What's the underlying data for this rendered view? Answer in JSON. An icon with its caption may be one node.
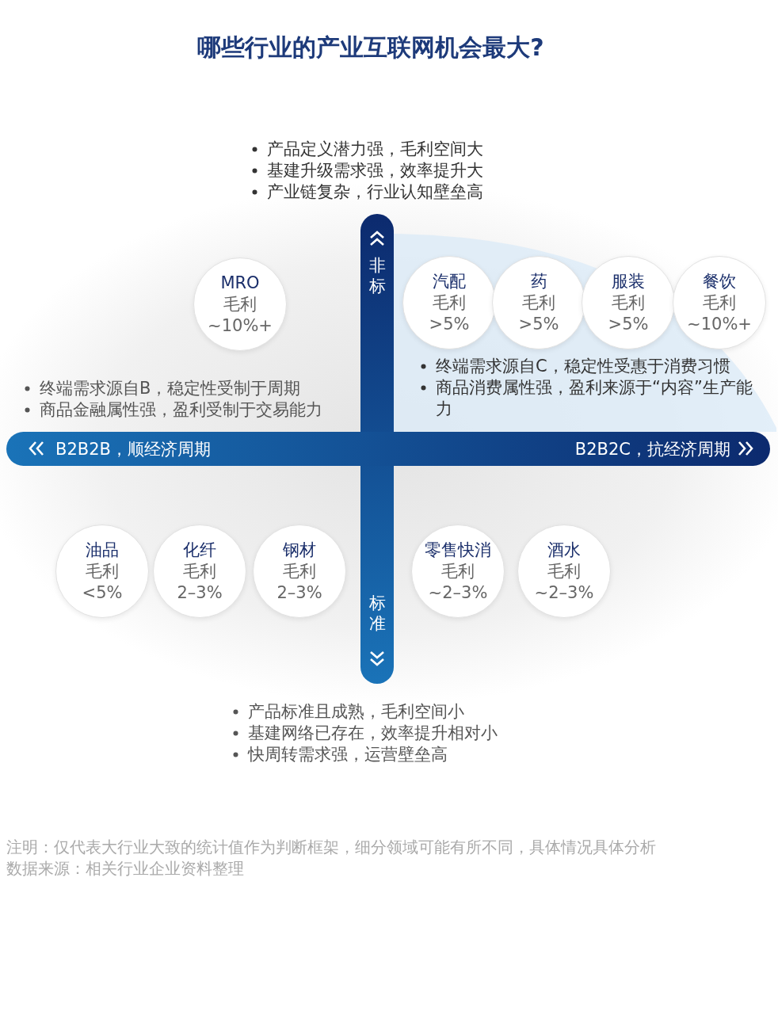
{
  "diagram": {
    "title": "哪些行业的产业互联网机会最大?",
    "nodes": [
      {
        "text": [
          "MRO",
          "毛利",
          "~10%+"
        ]
      },
      {
        "text": [
          "汽配",
          "毛利",
          ">5%"
        ]
      },
      {
        "text": [
          "药",
          "毛利",
          ">5%"
        ]
      },
      {
        "text": [
          "服装",
          "毛利",
          ">5%"
        ]
      },
      {
        "text": [
          "餐饮",
          "毛利",
          "~10%+"
        ]
      },
      {
        "text": [
          "油品",
          "毛利",
          "<5%"
        ]
      },
      {
        "text": [
          "化纤",
          "毛利",
          "2–3%"
        ]
      },
      {
        "text": [
          "钢材",
          "毛利",
          "2–3%"
        ]
      },
      {
        "text": [
          "零售快消",
          "毛利",
          "~2–3%"
        ]
      },
      {
        "text": [
          "酒水",
          "毛利",
          "~2–3%"
        ]
      }
    ],
    "edges": [],
    "labels": [
      "产品定义潜力强，毛利空间大",
      "基建升级需求强，效率提升大",
      "产业链复杂，行业认知壁垒高",
      "非标",
      "终端需求源自C，稳定性受惠于消费习惯",
      "终端需求源自B，稳定性受制于周期",
      "商品消费属性强，盈利来源于“内容”生产能力",
      "商品金融属性强，盈利受制于交易能力",
      "B2B2B，顺经济周期",
      "B2B2C，抗经济周期",
      "标准",
      "产品标准且成熟，毛利空间小",
      "基建网络已存在，效率提升相对小",
      "快周转需求强，运营壁垒高",
      "注明：仅代表大行业大致的统计值作为判断框架，细分领域可能有所不同，具体情况具体分析",
      "数据来源：相关行业企业资料整理"
    ]
  }
}
